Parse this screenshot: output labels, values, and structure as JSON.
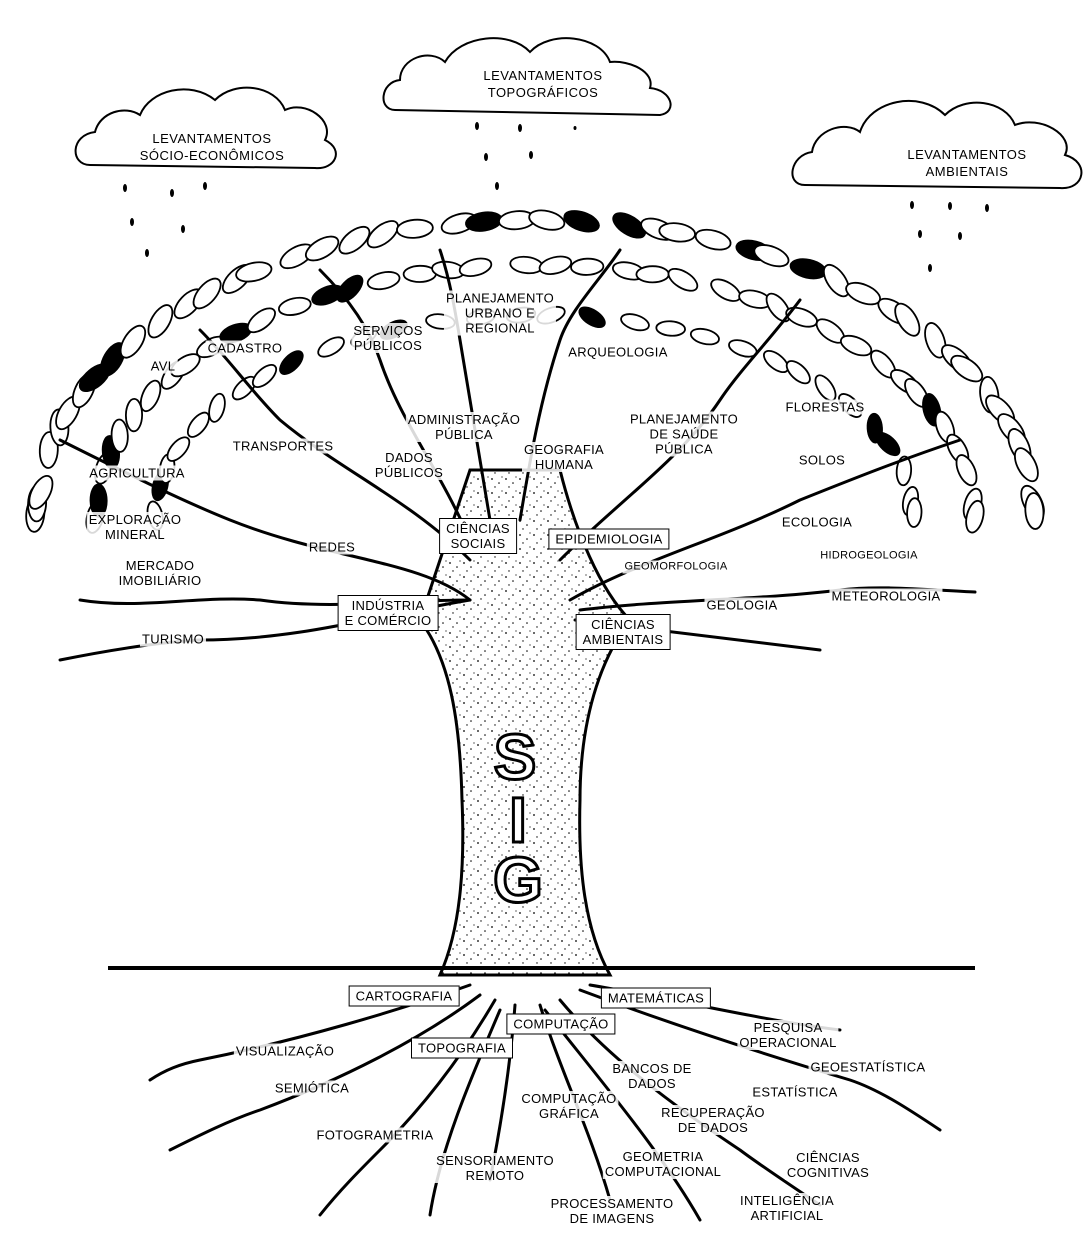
{
  "clouds": [
    {
      "text": "LEVANTAMENTOS\nSÓCIO-ECONÔMICOS"
    },
    {
      "text": "LEVANTAMENTOS\nTOPOGRÁFICOS"
    },
    {
      "text": "LEVANTAMENTOS\nAMBIENTAIS"
    }
  ],
  "trunk": {
    "letters": [
      "S",
      "I",
      "G"
    ]
  },
  "branch_boxes": [
    {
      "text": "CIÊNCIAS\nSOCIAIS"
    },
    {
      "text": "EPIDEMIOLOGIA"
    },
    {
      "text": "INDÚSTRIA\nE COMÉRCIO"
    },
    {
      "text": "CIÊNCIAS\nAMBIENTAIS"
    }
  ],
  "branches": [
    {
      "text": "PLANEJAMENTO\nURBANO E\nREGIONAL"
    },
    {
      "text": "SERVIÇOS\nPÚBLICOS"
    },
    {
      "text": "CADASTRO"
    },
    {
      "text": "AVL"
    },
    {
      "text": "ARQUEOLOGIA"
    },
    {
      "text": "ADMINISTRAÇÃO\nPÚBLICA"
    },
    {
      "text": "TRANSPORTES"
    },
    {
      "text": "DADOS\nPÚBLICOS"
    },
    {
      "text": "GEOGRAFIA\nHUMANA"
    },
    {
      "text": "PLANEJAMENTO\nDE SAÚDE\nPÚBLICA"
    },
    {
      "text": "FLORESTAS"
    },
    {
      "text": "AGRICULTURA"
    },
    {
      "text": "SOLOS"
    },
    {
      "text": "EXPLORAÇÃO\nMINERAL"
    },
    {
      "text": "ECOLOGIA"
    },
    {
      "text": "REDES"
    },
    {
      "text": "MERCADO\nIMOBILIÁRIO"
    },
    {
      "text": "HIDROGEOLOGIA"
    },
    {
      "text": "GEOMORFOLOGIA"
    },
    {
      "text": "METEOROLOGIA"
    },
    {
      "text": "GEOLOGIA"
    },
    {
      "text": "TURISMO"
    }
  ],
  "root_boxes": [
    {
      "text": "CARTOGRAFIA"
    },
    {
      "text": "MATEMÁTICAS"
    },
    {
      "text": "COMPUTAÇÃO"
    },
    {
      "text": "TOPOGRAFIA"
    }
  ],
  "roots": [
    {
      "text": "PESQUISA\nOPERACIONAL"
    },
    {
      "text": "VISUALIZAÇÃO"
    },
    {
      "text": "GEOESTATÍSTICA"
    },
    {
      "text": "BANCOS DE\nDADOS"
    },
    {
      "text": "SEMIÓTICA"
    },
    {
      "text": "ESTATÍSTICA"
    },
    {
      "text": "COMPUTAÇÃO\nGRÁFICA"
    },
    {
      "text": "RECUPERAÇÃO\nDE DADOS"
    },
    {
      "text": "FOTOGRAMETRIA"
    },
    {
      "text": "CIÊNCIAS\nCOGNITIVAS"
    },
    {
      "text": "SENSORIAMENTO\nREMOTO"
    },
    {
      "text": "GEOMETRIA\nCOMPUTACIONAL"
    },
    {
      "text": "PROCESSAMENTO\nDE IMAGENS"
    },
    {
      "text": "INTELIGÊNCIA\nARTIFICIAL"
    }
  ]
}
